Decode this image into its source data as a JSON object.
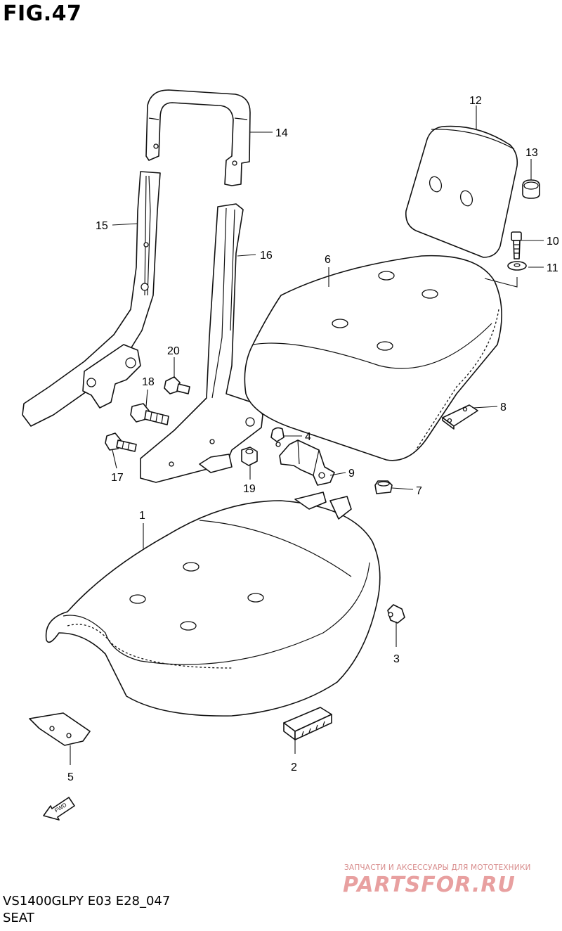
{
  "figure": {
    "title": "FIG.47",
    "model_code": "VS1400GLPY E03 E28_047",
    "section_name": "SEAT",
    "fwd_label": "FWD"
  },
  "callouts": [
    "1",
    "2",
    "3",
    "4",
    "5",
    "6",
    "7",
    "8",
    "9",
    "10",
    "11",
    "12",
    "13",
    "14",
    "15",
    "16",
    "17",
    "18",
    "19",
    "20"
  ],
  "watermark": {
    "tagline": "ЗАПЧАСТИ И АКСЕССУАРЫ ДЛЯ МОТОТЕХНИКИ",
    "logo": "PARTSFOR.RU"
  }
}
